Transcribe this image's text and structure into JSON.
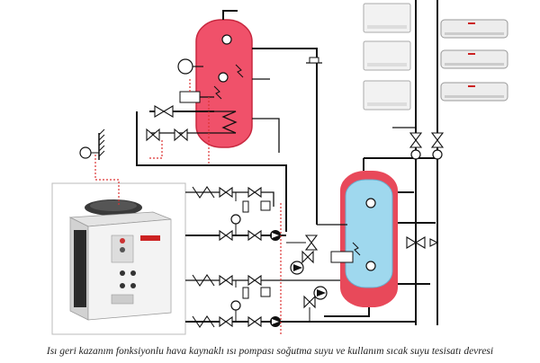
{
  "caption": "Isı geri kazanım fonksiyonlu hava kaynaklı ısı pompası soğutma suyu ve kullanım sıcak suyu tesisatı devresi",
  "colors": {
    "hot_tank": "#f0516a",
    "hot_tank_edge": "#c8283f",
    "cold_tank": "#9fd8ee",
    "cold_tank_band": "#e8495a",
    "pipe": "#111111",
    "control_dash": "#d33333",
    "unit_body": "#f1f1f1",
    "unit_grille": "#2a2a2a",
    "brand_red": "#cc2222"
  },
  "components": {
    "heat_pump": "outdoor-heat-pump-unit",
    "hot_water_tank": "domestic-hot-water-tank",
    "buffer_tank": "chilled-water-buffer-tank",
    "fan_coils": [
      "floor-ceiling-unit-1",
      "floor-ceiling-unit-2",
      "floor-ceiling-unit-3"
    ],
    "wall_units": [
      "wall-split-unit-1",
      "wall-split-unit-2",
      "wall-split-unit-3"
    ]
  },
  "icons": [
    "thermometer-icon",
    "pump-icon",
    "valve-icon",
    "expansion-vessel-icon",
    "heater-icon",
    "outdoor-sensor-icon"
  ]
}
